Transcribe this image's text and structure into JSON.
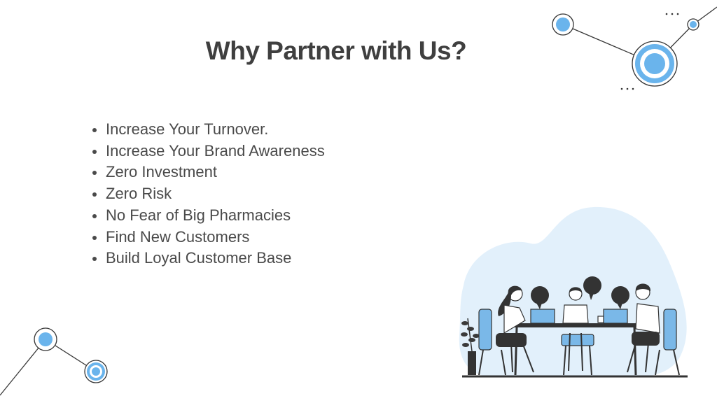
{
  "slide": {
    "title": "Why Partner with Us?",
    "bullets": [
      "Increase Your Turnover.",
      "Increase Your Brand Awareness",
      "Zero Investment",
      "Zero Risk",
      "No Fear of Big Pharmacies",
      "Find New Customers",
      "Build Loyal Customer Base"
    ]
  },
  "decorations": {
    "top_right": "network-nodes-icon",
    "bottom_left": "network-nodes-icon",
    "illustration": "team-meeting-illustration"
  },
  "colors": {
    "title": "#3f3f3f",
    "text": "#4a4a4a",
    "accent_blue": "#6ab4ec",
    "blob": "#e2f0fb",
    "dark": "#333333"
  }
}
